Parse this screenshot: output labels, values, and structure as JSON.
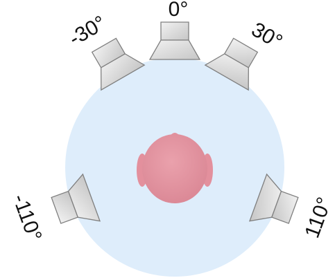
{
  "colors": {
    "listening_area": "#deedfb",
    "head": "#e3909d",
    "ears": "#e3909d",
    "speaker_fill_light": "#f0f0f0",
    "speaker_fill_dark": "#c9c9c9",
    "speaker_outline": "#7f7f7f",
    "label_text": "#111111"
  },
  "speakers": [
    {
      "name": "speaker-center",
      "angle_deg": 0,
      "label": "0°"
    },
    {
      "name": "speaker-left-front",
      "angle_deg": -30,
      "label": "-30°"
    },
    {
      "name": "speaker-right-front",
      "angle_deg": 30,
      "label": "30°"
    },
    {
      "name": "speaker-left-surround",
      "angle_deg": -110,
      "label": "-110°"
    },
    {
      "name": "speaker-right-surround",
      "angle_deg": 110,
      "label": "110°"
    }
  ]
}
